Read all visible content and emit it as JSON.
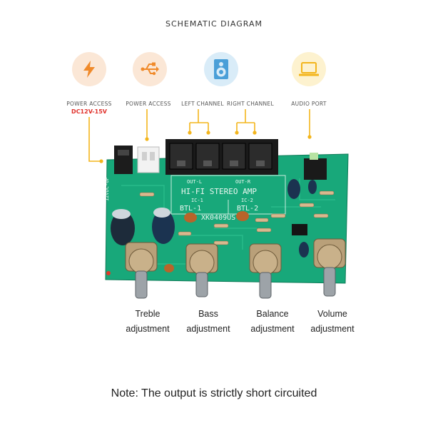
{
  "title": "SCHEMATIC DIAGRAM",
  "icons": [
    {
      "name": "lightning-icon",
      "label": "POWER ACCESS",
      "sublabel": "DC12V-15V",
      "bg": "#fbe7d6",
      "color": "#f08a2a"
    },
    {
      "name": "usb-icon",
      "label": "POWER ACCESS",
      "bg": "#fbe7d6",
      "color": "#f08a2a"
    },
    {
      "name": "speaker-icon",
      "label_left": "LEFT CHANNEL",
      "label_right": "RIGHT CHANNEL",
      "bg": "#d9ecf8",
      "color": "#4a9fd8"
    },
    {
      "name": "laptop-icon",
      "label": "AUDIO PORT",
      "bg": "#fdf2cf",
      "color": "#f3b51c"
    }
  ],
  "accent_color": "#f3b51c",
  "board": {
    "silk_title": "HI-FI STEREO AMP",
    "ic1": "IC-1",
    "ic2": "IC-2",
    "btl1": "BTL-1",
    "btl2": "BTL-2",
    "out_l": "OUT-L",
    "out_r": "OUT-R",
    "model": "XK0409US",
    "side_left": "12VDC-GF",
    "board_color": "#18a87a"
  },
  "knobs": [
    {
      "line1": "Treble",
      "line2": "adjustment"
    },
    {
      "line1": "Bass",
      "line2": "adjustment"
    },
    {
      "line1": "Balance",
      "line2": "adjustment"
    },
    {
      "line1": "Volume",
      "line2": "adjustment"
    }
  ],
  "note": "Note: The output is strictly short circuited"
}
